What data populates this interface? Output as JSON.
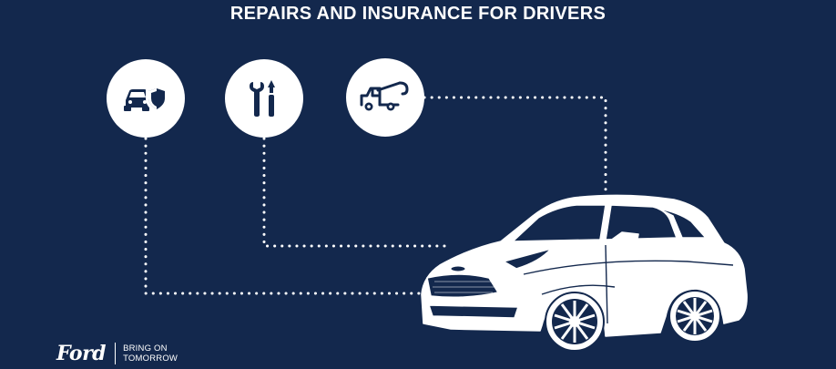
{
  "header": {
    "title": "REPAIRS AND INSURANCE FOR DRIVERS"
  },
  "icons": [
    {
      "name": "car-insurance-shield-icon"
    },
    {
      "name": "repair-tools-icon"
    },
    {
      "name": "tow-truck-icon"
    }
  ],
  "footer": {
    "logo_text": "Ford",
    "tagline_line1": "BRING ON",
    "tagline_line2": "TOMORROW"
  },
  "colors": {
    "background": "#13284d",
    "foreground": "#ffffff"
  }
}
